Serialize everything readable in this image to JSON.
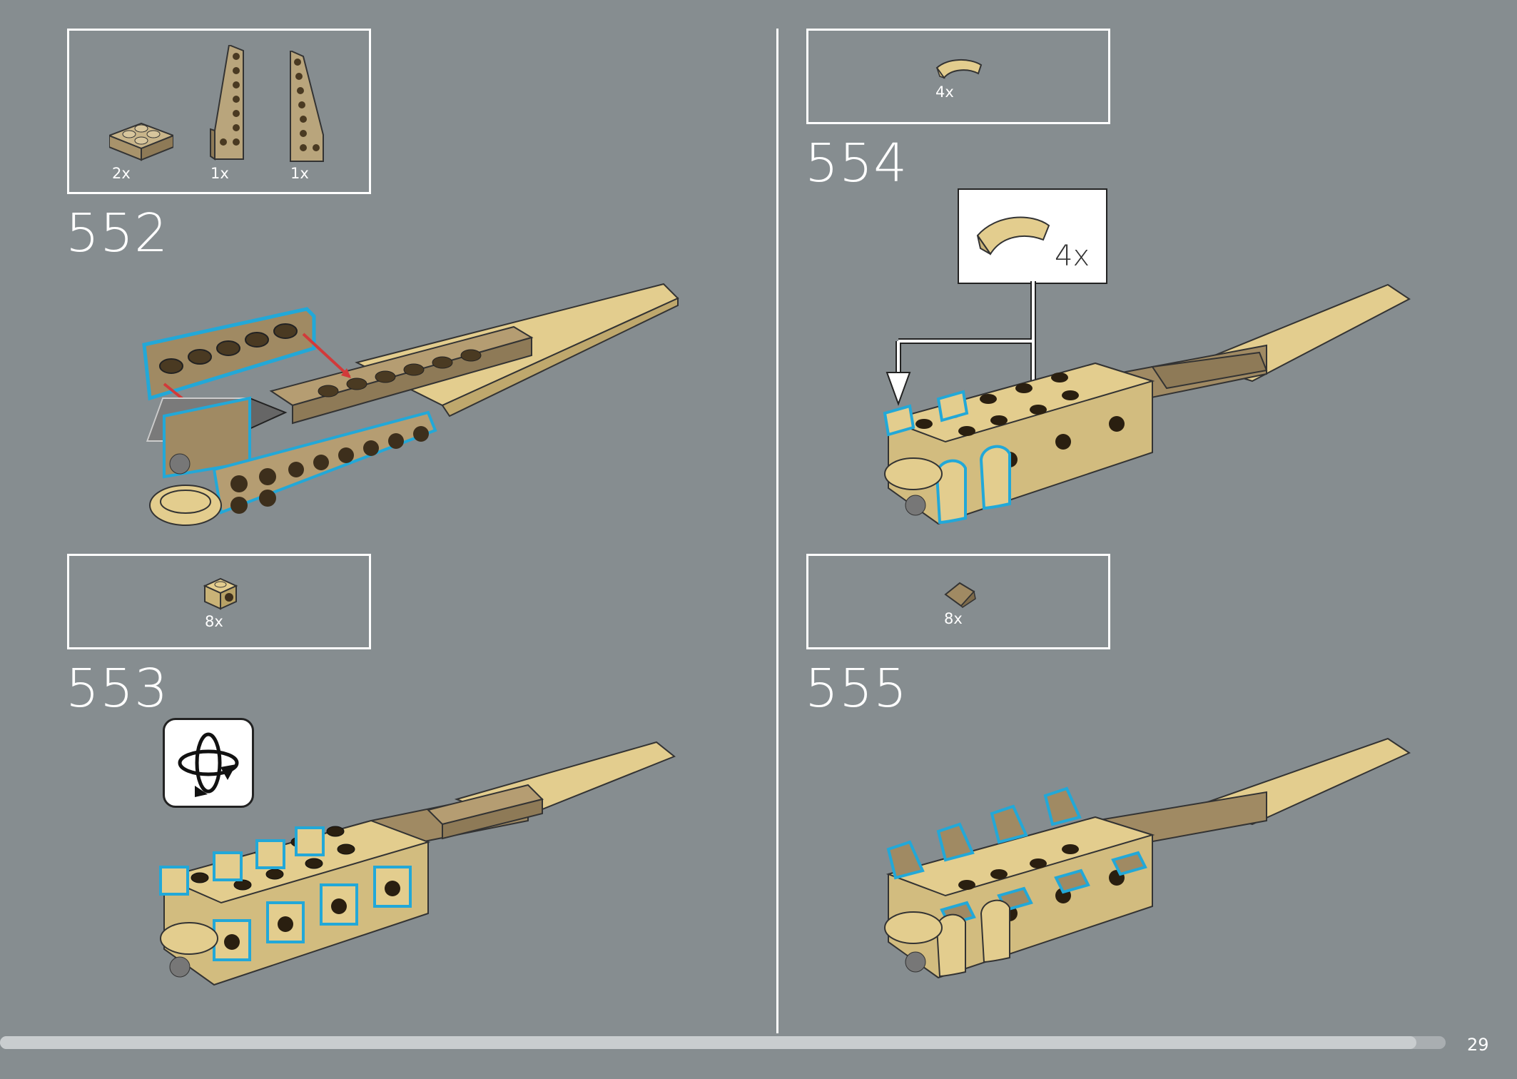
{
  "page_number": "29",
  "progress_fraction": 0.98,
  "colors": {
    "background": "#868d90",
    "tan": "#e3cd8e",
    "dark_tan": "#a08a63",
    "highlight": "#22a8d8",
    "arrow_red": "#d23a3a"
  },
  "steps": [
    {
      "number": "552",
      "parts": [
        {
          "qty": "2x",
          "icon": "tan-2x2-plate"
        },
        {
          "qty": "1x",
          "icon": "dark-tan-wedge-plate-left"
        },
        {
          "qty": "1x",
          "icon": "dark-tan-wedge-plate-right"
        }
      ]
    },
    {
      "number": "553",
      "parts": [
        {
          "qty": "8x",
          "icon": "tan-1x1-brick-with-stud-on-side"
        }
      ],
      "rotate_icon": "rotate-model-icon"
    },
    {
      "number": "554",
      "parts": [
        {
          "qty": "4x",
          "icon": "tan-curved-slope"
        }
      ],
      "callout": {
        "qty": "4x",
        "icon": "tan-curved-slope"
      }
    },
    {
      "number": "555",
      "parts": [
        {
          "qty": "8x",
          "icon": "dark-tan-cheese-slope"
        }
      ]
    }
  ]
}
